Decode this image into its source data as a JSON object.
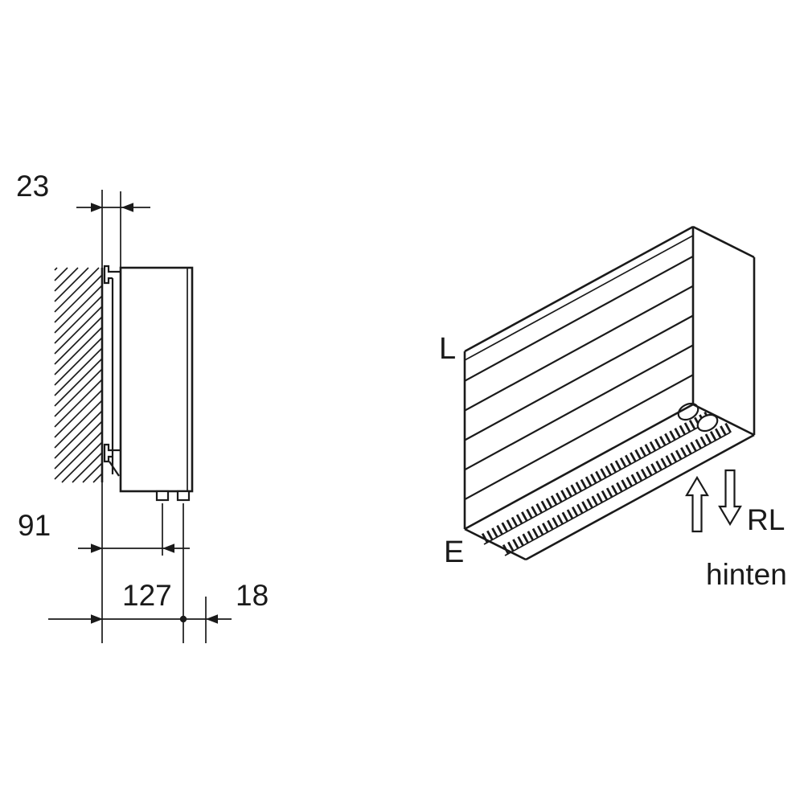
{
  "drawing_type": "radiator-dimension-diagram",
  "colors": {
    "line": "#1a1a1a",
    "background": "#ffffff"
  },
  "side_view": {
    "dim_depth": "23",
    "dim_lower": "91",
    "dim_bottom_left": "127",
    "dim_bottom_right": "18"
  },
  "iso_view": {
    "label_top_left": "L",
    "label_bottom_left": "E",
    "label_return": "RL",
    "label_rear": "hinten"
  }
}
